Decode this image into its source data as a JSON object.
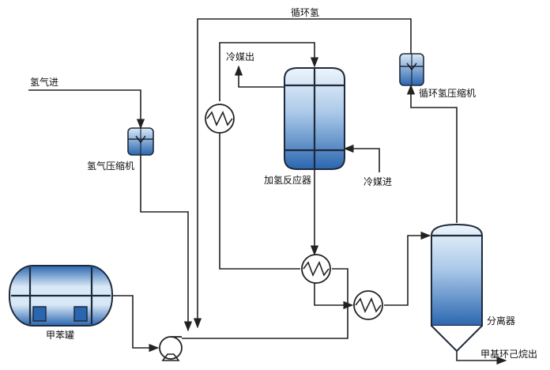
{
  "labels": {
    "recycle_hydrogen": "循环氢",
    "coolant_out": "冷媒出",
    "hydrogen_in": "氢气进",
    "recycle_compressor": "循环氢压缩机",
    "hydrogen_compressor": "氢气压缩机",
    "reactor": "加氢反应器",
    "coolant_in": "冷媒进",
    "toluene_tank": "甲苯罐",
    "separator": "分离器",
    "product_out": "甲基环己烷出"
  },
  "colors": {
    "vessel_top": "#e8f1fb",
    "vessel_bottom": "#2a66b0",
    "pipe": "#222222"
  },
  "icons": [
    "heat-exchanger-icon",
    "pump-icon",
    "compressor-icon"
  ]
}
